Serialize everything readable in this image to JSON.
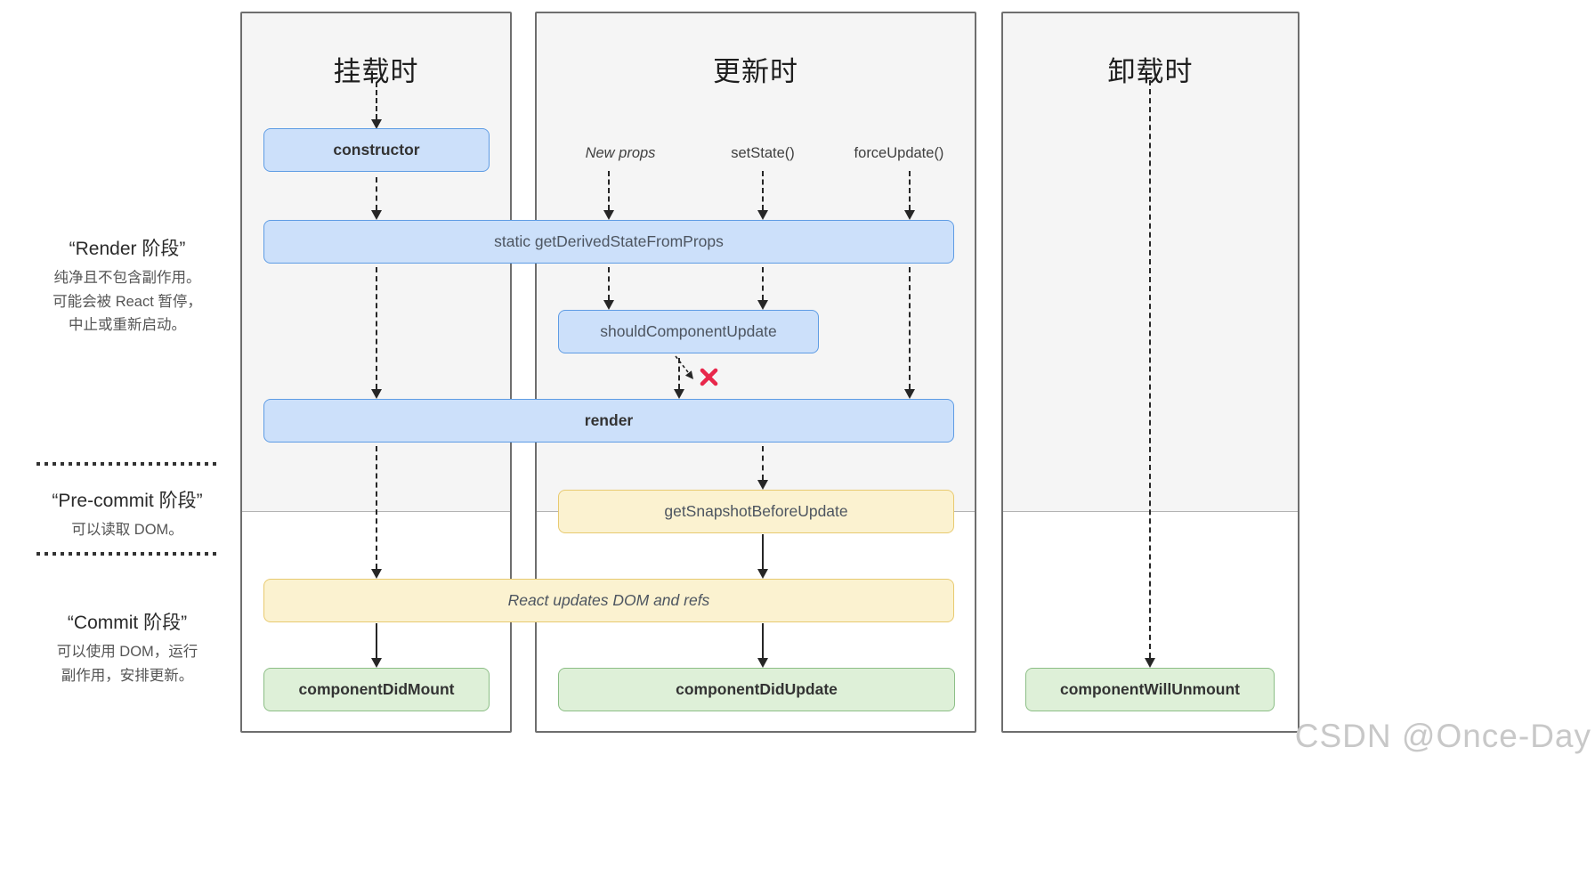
{
  "phases": {
    "render": {
      "title": "“Render 阶段”",
      "desc_lines": [
        "纯净且不包含副作用。",
        "可能会被 React 暂停，",
        "中止或重新启动。"
      ]
    },
    "pre_commit": {
      "title": "“Pre-commit 阶段”",
      "desc_lines": [
        "可以读取 DOM。"
      ]
    },
    "commit": {
      "title": "“Commit 阶段”",
      "desc_lines": [
        "可以使用 DOM，运行",
        "副作用，安排更新。"
      ]
    }
  },
  "columns": {
    "mounting": {
      "title": "挂载时"
    },
    "updating": {
      "title": "更新时"
    },
    "unmounting": {
      "title": "卸载时"
    }
  },
  "triggers": {
    "new_props": "New props",
    "set_state": "setState()",
    "force_update": "forceUpdate()"
  },
  "boxes": {
    "constructor": "constructor",
    "get_derived_state": "static getDerivedStateFromProps",
    "should_component_update": "shouldComponentUpdate",
    "render": "render",
    "get_snapshot": "getSnapshotBeforeUpdate",
    "react_updates": "React updates DOM and refs",
    "component_did_mount": "componentDidMount",
    "component_did_update": "componentDidUpdate",
    "component_will_unmount": "componentWillUnmount"
  },
  "watermark": "CSDN @Once-Day",
  "colors": {
    "box_blue_fill": "#cce0fa",
    "box_blue_border": "#5e9ce4",
    "box_yellow_fill": "#fbf2d0",
    "box_yellow_border": "#e8ca70",
    "box_green_fill": "#def0d8",
    "box_green_border": "#8cbe86",
    "column_bg": "#f5f5f5",
    "column_border": "#6e6e6e",
    "arrow": "#262626",
    "reject_x": "#e8274b",
    "watermark_text": "#c8c8c8"
  }
}
